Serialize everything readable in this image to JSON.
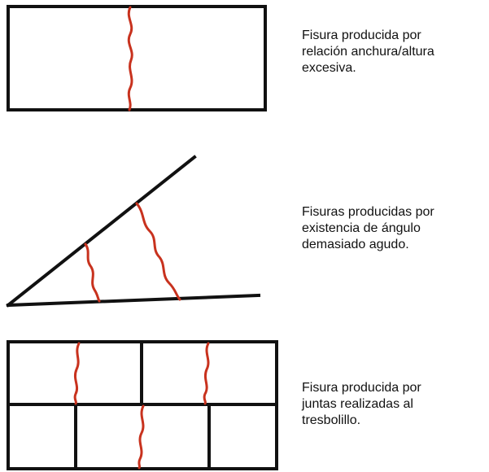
{
  "panels": [
    {
      "caption": "Fisura producida por relación anchura/altura excesiva.",
      "caption_lines": [
        "Fisura producida por",
        "relación anchura/altura",
        "excesiva."
      ],
      "crack_color": "#c8321e"
    },
    {
      "caption": "Fisuras producidas por existencia de ángulo demasiado agudo.",
      "caption_lines": [
        "Fisuras producidas por",
        "existencia de ángulo",
        "demasiado agudo."
      ],
      "crack_color": "#c8321e"
    },
    {
      "caption": "Fisura producida por juntas realizadas al tresbolillo.",
      "caption_lines": [
        "Fisura producida por",
        "juntas realizadas al",
        "tresbolillo."
      ],
      "crack_color": "#c8321e"
    }
  ]
}
